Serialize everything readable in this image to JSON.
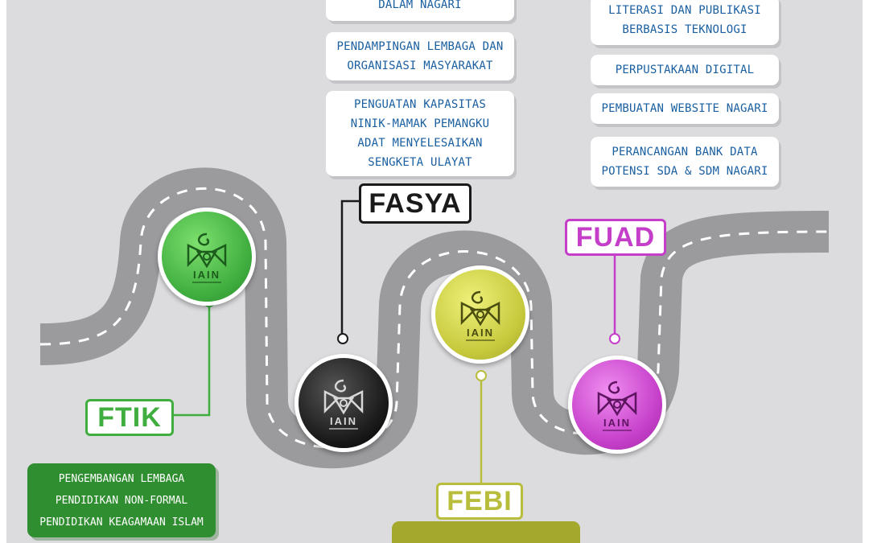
{
  "cards": {
    "fasya": {
      "item1": [
        "DALAM NAGARI"
      ],
      "item2": [
        "PENDAMPINGAN LEMBAGA DAN",
        "ORGANISASI MASYARAKAT"
      ],
      "item3": [
        "PENGUATAN KAPASITAS",
        "NINIK-MAMAK PEMANGKU",
        "ADAT MENYELESAIKAN",
        "SENGKETA ULAYAT"
      ]
    },
    "fuad": {
      "item1": [
        "LITERASI DAN PUBLIKASI",
        "BERBASIS TEKNOLOGI"
      ],
      "item2": [
        "PERPUSTAKAAN DIGITAL"
      ],
      "item3": [
        "PEMBUATAN WEBSITE NAGARI"
      ],
      "item4": [
        "PERANCANGAN BANK DATA",
        "POTENSI SDA & SDM NAGARI"
      ]
    },
    "ftik": {
      "item1": [
        "PENGEMBANGAN LEMBAGA",
        "PENDIDIKAN NON-FORMAL",
        "PENDIDIKAN KEAGAMAAN ISLAM"
      ]
    }
  },
  "labels": {
    "fasya": "FASYA",
    "fuad": "FUAD",
    "ftik": "FTIK",
    "febi": "FEBI"
  },
  "badge_text": "IAIN",
  "colors": {
    "background": "#dcdcdf",
    "road": "#9b9b9e",
    "road_dash": "#ffffff",
    "fasya": "#1a1a1a",
    "fuad": "#c53ec9",
    "ftik": "#3fae3f",
    "febi": "#b9bd3c",
    "card_text": "#1a5fa0"
  },
  "icons": {
    "badge_logo": "iain-logo-icon",
    "connector": "connector-dot-icon"
  }
}
